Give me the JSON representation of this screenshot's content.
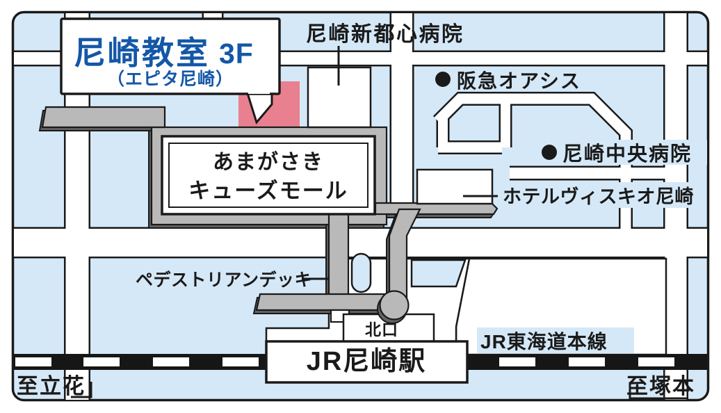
{
  "callout": {
    "name": "尼崎教室",
    "floor": "3F",
    "subname": "（エピタ尼崎）"
  },
  "landmarks": {
    "shintoshin_hospital": "尼崎新都心病院",
    "hankyu_oasis": "阪急オアシス",
    "chuo_hospital": "尼崎中央病院",
    "hotel_vischio": "ホテルヴィスキオ尼崎",
    "mall_line1": "あまがさき",
    "mall_line2": "キューズモール",
    "pedestrian_deck": "ペデストリアンデッキ",
    "north_exit": "北口",
    "station": "JR尼崎駅",
    "rail_line": "JR東海道本線",
    "to_tachibana": "至立花",
    "to_tsukamoto": "至塚本"
  },
  "colors": {
    "bg": "#d5e8f7",
    "ink": "#1a1a1a",
    "road": "#ffffff",
    "deck": "#b9b9b9",
    "deckshadow": "#636363",
    "pink": "#e8808f",
    "blue": "#1457a7",
    "rail": "#161616"
  }
}
